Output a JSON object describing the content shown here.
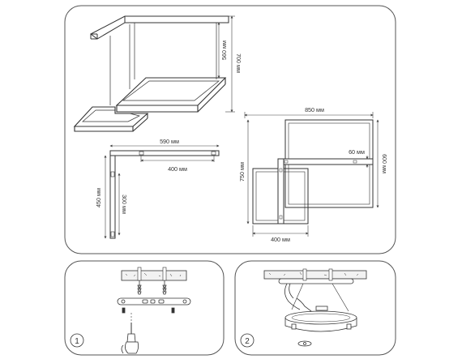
{
  "top_panel": {
    "perspective": {
      "height_total": "700 мм",
      "height_inner": "560 мм"
    },
    "side_view": {
      "width_top": "590 мм",
      "width_inner": "400 мм",
      "height_total": "450 мм",
      "height_inner": "300 мм"
    },
    "plan_view": {
      "width_large": "850 мм",
      "width_bar": "60 мм",
      "height_large": "600 мм",
      "height_total": "750 мм",
      "width_small": "400 мм"
    }
  },
  "steps": [
    {
      "number": "1"
    },
    {
      "number": "2"
    }
  ]
}
